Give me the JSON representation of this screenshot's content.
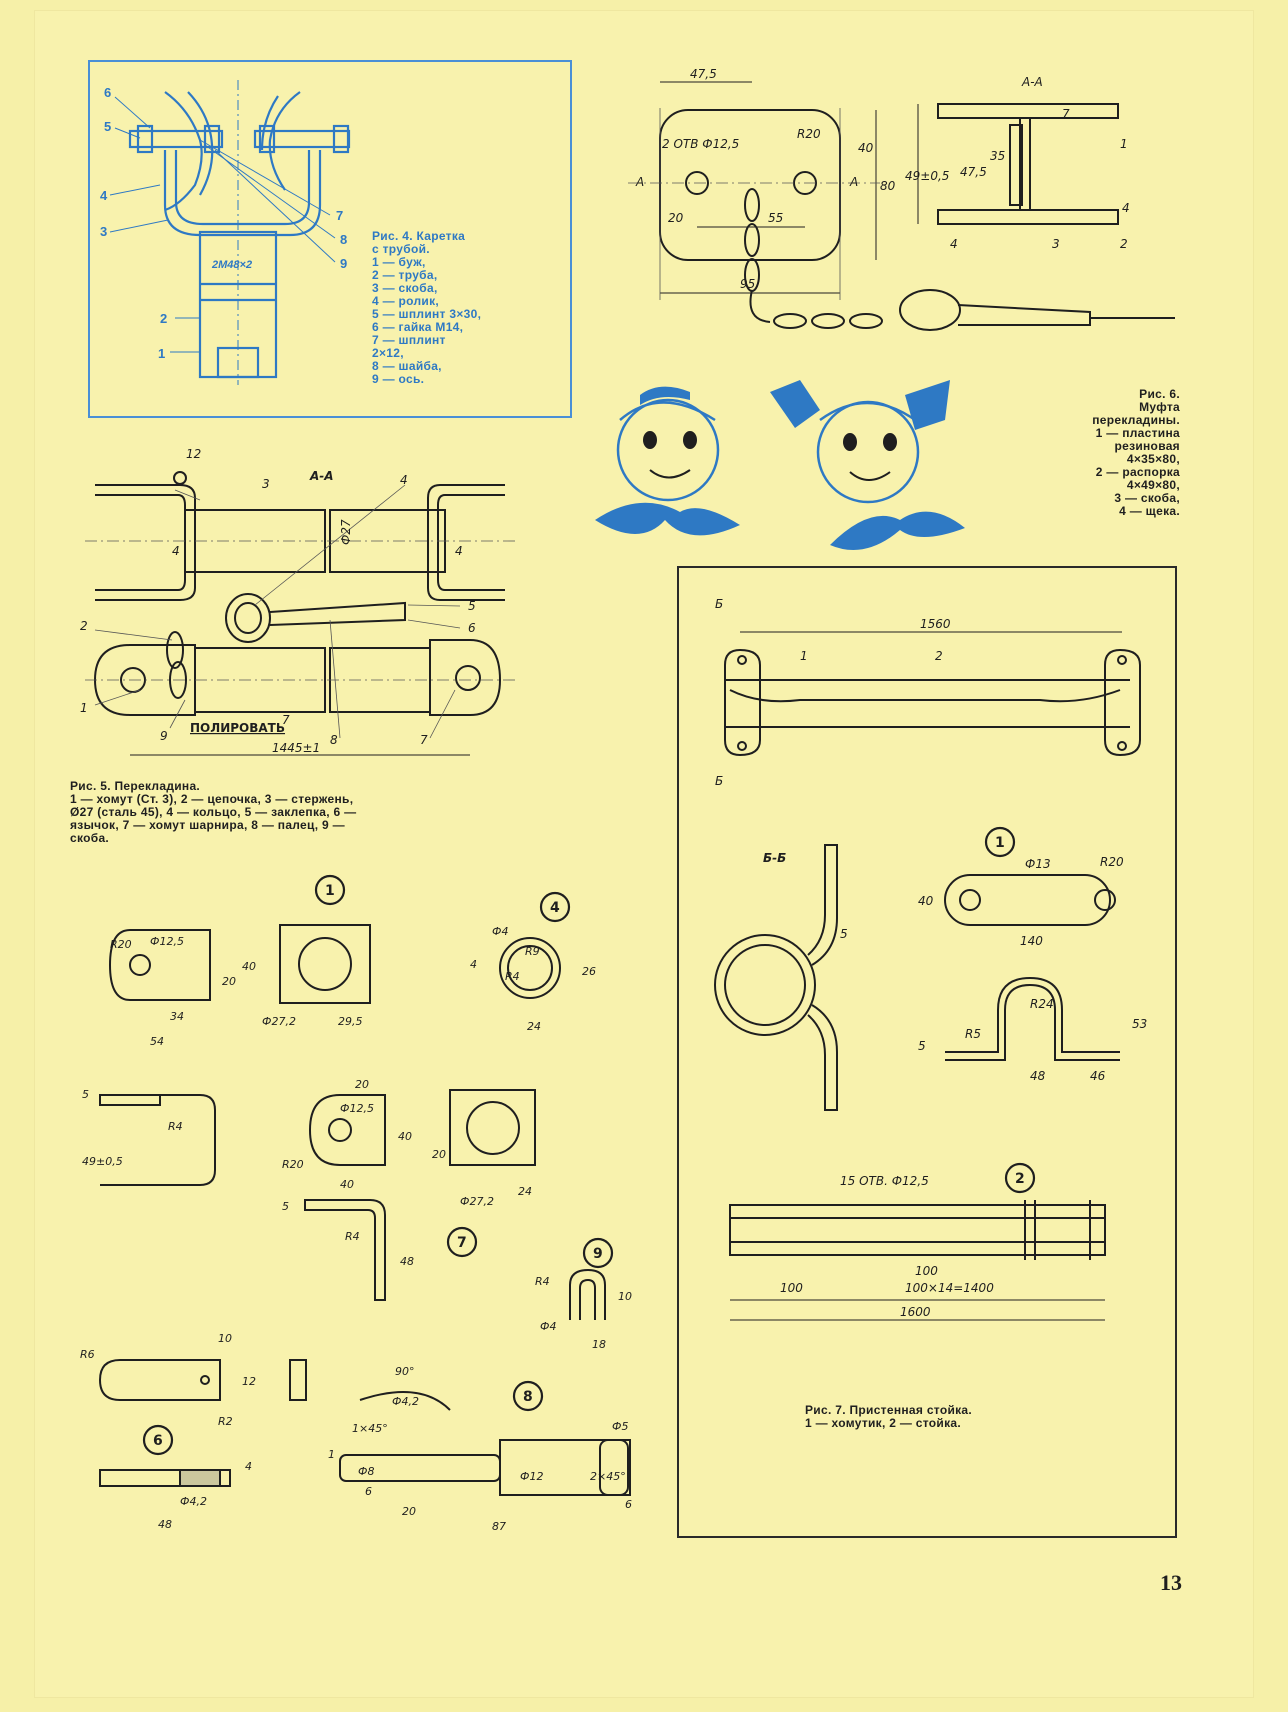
{
  "page_number": "13",
  "fig4": {
    "caption": "Рис. 4. Каретка\nс трубой.\n1 — буж,\n2 — труба,\n3 — скоба,\n4 — ролик,\n5 — шплинт 3×30,\n6 — гайка М14,\n7 — шплинт\n2×12,\n8 — шайба,\n9 — ось.",
    "dim_label": "2M48×2",
    "part_numbers": [
      "6",
      "5",
      "4",
      "3",
      "2",
      "1",
      "7",
      "8",
      "9"
    ]
  },
  "fig6": {
    "caption": "Рис. 6.\nМуфта\nперекладины.\n1 — пластина\nрезиновая\n4×35×80,\n2 — распорка\n4×49×80,\n3 — скоба,\n4 — щека.",
    "dims": [
      "47,5",
      "R20",
      "2 ОТВ Ф12,5",
      "40",
      "80",
      "49±0,5",
      "20",
      "55",
      "95",
      "35",
      "47,5",
      "A",
      "A",
      "A-A",
      "1",
      "2",
      "3",
      "4",
      "7",
      "4"
    ]
  },
  "fig5": {
    "caption": "Рис. 5. Перекладина.\n1 — хомут (Ст. 3), 2 — цепочка, 3 — стержень,\nØ27 (сталь 45), 4 — кольцо, 5 — заклепка, 6 —\nязычок, 7 — хомут шарнира, 8 — палец, 9 —\nскоба.",
    "section": "A-A",
    "polish": "ПОЛИРОВАТЬ",
    "length": "1445±1",
    "dims": [
      "12",
      "Ф27",
      "4",
      "4"
    ],
    "part_numbers": [
      "3",
      "4",
      "2",
      "5",
      "6",
      "1",
      "9",
      "7",
      "8",
      "7"
    ]
  },
  "details": {
    "d1": [
      "R20",
      "Ф12,5",
      "20",
      "40",
      "34",
      "54"
    ],
    "d1b": [
      "Ф27,2",
      "29,5"
    ],
    "d4": [
      "Ф4",
      "R9",
      "R4",
      "4",
      "26",
      "24"
    ],
    "d_u": [
      "5",
      "R4",
      "49±0,5"
    ],
    "d7a": [
      "20",
      "Ф12,5",
      "40",
      "R20",
      "40"
    ],
    "d7b": [
      "20",
      "Ф27,2",
      "24"
    ],
    "d7c": [
      "5",
      "R4",
      "48"
    ],
    "d9": [
      "R4",
      "10",
      "Ф4",
      "18"
    ],
    "d6": [
      "10",
      "R6",
      "12",
      "R2",
      "4",
      "Ф4,2",
      "48"
    ],
    "d8": [
      "90°",
      "Ф4,2",
      "Ф5",
      "1×45°",
      "1",
      "Ф8",
      "Ф12",
      "2×45°",
      "6",
      "20",
      "6",
      "87"
    ],
    "circle_labels": [
      "1",
      "4",
      "7",
      "9",
      "6",
      "8"
    ]
  },
  "fig7": {
    "caption": "Рис. 7. Пристенная стойка.\n1 — хомутик, 2 — стойка.",
    "section": "Б-Б",
    "b_label": "Б",
    "dims_top": [
      "1560",
      "1",
      "2"
    ],
    "d1": [
      "Ф13",
      "R20",
      "40",
      "140"
    ],
    "d1b": [
      "R24",
      "R5",
      "5",
      "53",
      "48",
      "46"
    ],
    "bb_dim": "5",
    "d2": [
      "15 ОТВ. Ф12,5",
      "100",
      "100×14=1400",
      "100",
      "1600"
    ],
    "circle_labels": [
      "1",
      "2"
    ]
  }
}
